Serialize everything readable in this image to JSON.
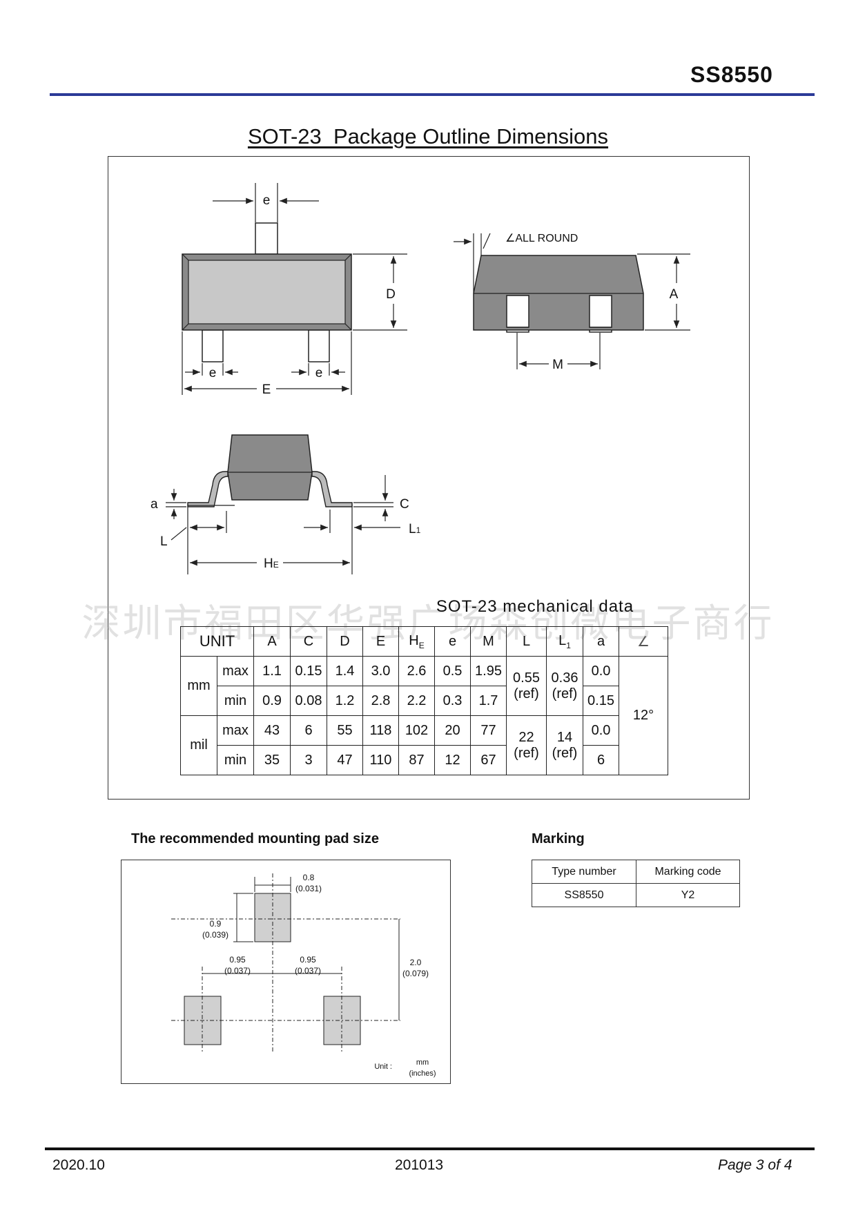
{
  "header": {
    "part_number": "SS8550"
  },
  "outline_section": {
    "title": "SOT-23  Package Outline Dimensions",
    "labels": {
      "e_top": "e",
      "e_left": "e",
      "e_right": "e",
      "E": "E",
      "D": "D",
      "all_round": "∠ALL ROUND",
      "A": "A",
      "M": "M",
      "a": "a",
      "C": "C",
      "L": "L",
      "L1_main": "L",
      "L1_sub": "1",
      "HE_main": "H",
      "HE_sub": "E"
    }
  },
  "watermark": "深圳市福田区华强广场森创微电子商行",
  "mechanical_table": {
    "title": "SOT-23  mechanical data",
    "unit_header": "UNIT",
    "columns": [
      "A",
      "C",
      "D",
      "E",
      "HE",
      "e",
      "M",
      "L",
      "L1",
      "a",
      "∠"
    ],
    "col_HE_main": "H",
    "col_HE_sub": "E",
    "col_L1_main": "L",
    "col_L1_sub": "1",
    "unit_mm": "mm",
    "unit_mil": "mil",
    "max": "max",
    "min": "min",
    "mm_max": [
      "1.1",
      "0.15",
      "1.4",
      "3.0",
      "2.6",
      "0.5",
      "1.95"
    ],
    "mm_min": [
      "0.9",
      "0.08",
      "1.2",
      "2.8",
      "2.2",
      "0.3",
      "1.7"
    ],
    "mm_L": "0.55",
    "mm_L1": "0.36",
    "ref": "(ref)",
    "mm_a_max": "0.0",
    "mm_a_min": "0.15",
    "mil_max": [
      "43",
      "6",
      "55",
      "118",
      "102",
      "20",
      "77"
    ],
    "mil_min": [
      "35",
      "3",
      "47",
      "110",
      "87",
      "12",
      "67"
    ],
    "mil_L": "22",
    "mil_L1": "14",
    "mil_a_max": "0.0",
    "mil_a_min": "6",
    "angle": "12°"
  },
  "pad_section": {
    "title": "The recommended mounting pad size",
    "dims": {
      "w_mm": "0.8",
      "w_in": "(0.031)",
      "h_mm": "0.9",
      "h_in": "(0.039)",
      "p1_mm": "0.95",
      "p1_in": "(0.037)",
      "p2_mm": "0.95",
      "p2_in": "(0.037)",
      "v_mm": "2.0",
      "v_in": "(0.079)"
    },
    "unit_label": "Unit :",
    "unit_num": "mm",
    "unit_den": "(inches)"
  },
  "marking": {
    "title": "Marking",
    "headers": [
      "Type number",
      "Marking code"
    ],
    "row": [
      "SS8550",
      "Y2"
    ]
  },
  "footer": {
    "date": "2020.10",
    "code": "201013",
    "page": "Page 3 of 4"
  }
}
